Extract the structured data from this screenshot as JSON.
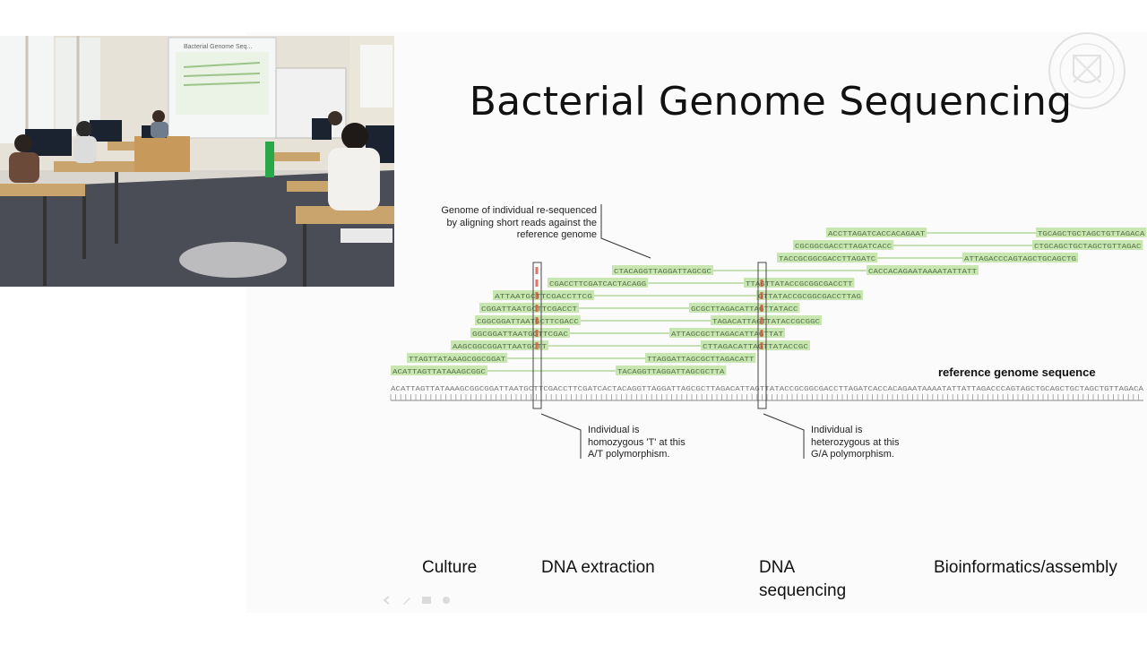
{
  "slide": {
    "title": "Bacterial Genome Sequencing",
    "callouts": {
      "alignment": [
        "Genome of individual re-sequenced",
        "by aligning short reads against the",
        "reference genome"
      ],
      "homozygous": [
        "Individual is",
        "homozygous 'T' at this",
        "A/T polymorphism."
      ],
      "heterozygous": [
        "Individual is",
        "heterozygous at this",
        "G/A polymorphism."
      ]
    },
    "reference_label": "reference genome sequence",
    "reference_sequence": "ACATTAGTTATAAAGCGGCGGATTAATGCTTCGACCTTCGATCACTACAGGTTAGGATTAGCGCTTAGACATTAGTTATACCGCGGCGACCTTAGATCACCACAGAATAAAATATTATTAGACCCAGTAGCTGCAGCTGCTAGCTGTTAGACA",
    "reads": [
      "ACCTTAGATCACCACAGAAT",
      "TGCAGCTGCTAGCTGTTAGACA",
      "CGCGGCGACCTTAGATCACC",
      "CTGCAGCTGCTAGCTGTTAGAC",
      "TACCGCGGCGACCTTAGATC",
      "ATTAGACCCAGTAGCTGCAGCTG",
      "CACCACAGAATAAAATATTATT",
      "CTACAGGTTAGGATTAGCGC",
      "CGACCTTCGATCACTACAGG",
      "TTAGTTATACCGCGGCGACCTT",
      "ATTAATGCTTCGACCTTCG",
      "GTTATACCGCGGCGACCTTAG",
      "CGGATTAATGCTTCGACCT",
      "GCGCTTAGACATTAGTTATACC",
      "CGGCGGATTAATGCTTCGACC",
      "TAGACATTAGTTATACCGCGGC",
      "GGCGGATTAATGCTTCGAC",
      "ATTAGCGCTTAGACATTAGTTAT",
      "AAGCGGCGGATTAATGCTT",
      "CTTAGACATTAGTTATACCGC",
      "TTAGTTATAAAGCGGCGGAT",
      "TTAGGATTAGCGCTTAGACATT",
      "ACATTAGTTATAAAGCGGC",
      "TACAGGTTAGGATTAGCGCTTA"
    ],
    "steps": [
      "Culture",
      "DNA extraction",
      "DNA sequencing",
      "Bioinformatics/assembly"
    ]
  },
  "colors": {
    "read_highlight": "#c8e6b0",
    "read_line": "#8fc46a",
    "snp_mark": "#d63a2a"
  },
  "icons": [
    "university-crest-icon",
    "previous-icon",
    "pen-icon",
    "slides-menu-icon",
    "more-options-icon"
  ]
}
